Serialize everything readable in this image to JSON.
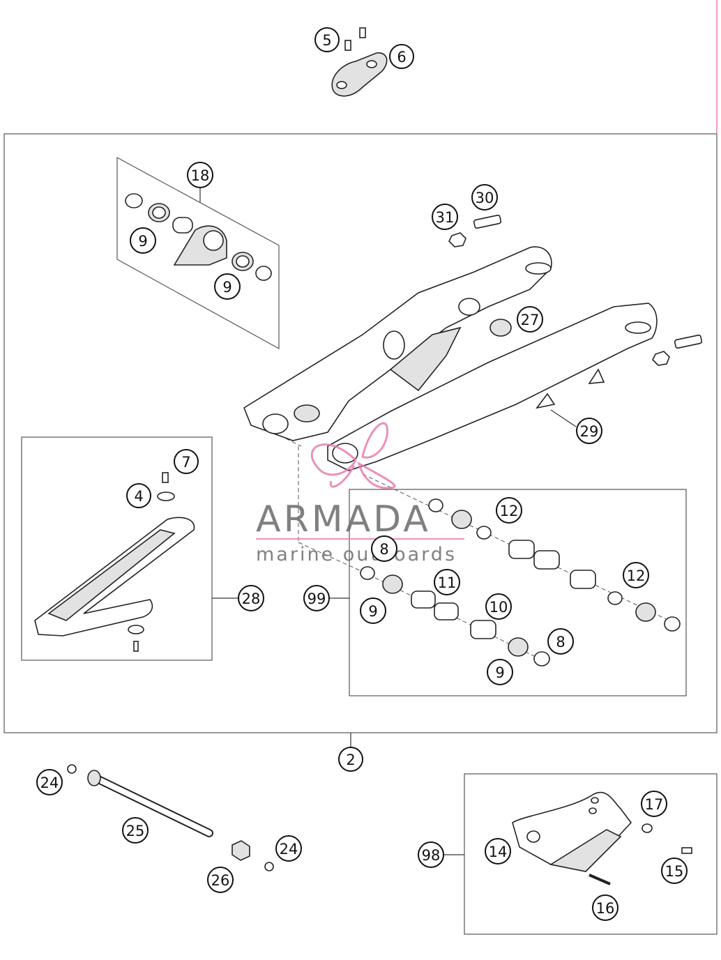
{
  "watermark": {
    "brand": "ARMADA",
    "tagline": "marine outboards",
    "accent_color": "#e87db0",
    "text_color": "#6b6b6b"
  },
  "callouts": [
    {
      "id": "c5",
      "label": "5"
    },
    {
      "id": "c6",
      "label": "6"
    },
    {
      "id": "c18",
      "label": "18"
    },
    {
      "id": "c9a",
      "label": "9"
    },
    {
      "id": "c9b",
      "label": "9"
    },
    {
      "id": "c30",
      "label": "30"
    },
    {
      "id": "c31",
      "label": "31"
    },
    {
      "id": "c27",
      "label": "27"
    },
    {
      "id": "c29",
      "label": "29"
    },
    {
      "id": "c7",
      "label": "7"
    },
    {
      "id": "c4",
      "label": "4"
    },
    {
      "id": "c28",
      "label": "28"
    },
    {
      "id": "c12a",
      "label": "12"
    },
    {
      "id": "c8a",
      "label": "8"
    },
    {
      "id": "c11",
      "label": "11"
    },
    {
      "id": "c12b",
      "label": "12"
    },
    {
      "id": "c99",
      "label": "99"
    },
    {
      "id": "c9c",
      "label": "9"
    },
    {
      "id": "c10",
      "label": "10"
    },
    {
      "id": "c8b",
      "label": "8"
    },
    {
      "id": "c9d",
      "label": "9"
    },
    {
      "id": "c2",
      "label": "2"
    },
    {
      "id": "c24a",
      "label": "24"
    },
    {
      "id": "c25",
      "label": "25"
    },
    {
      "id": "c24b",
      "label": "24"
    },
    {
      "id": "c26",
      "label": "26"
    },
    {
      "id": "c17",
      "label": "17"
    },
    {
      "id": "c98",
      "label": "98"
    },
    {
      "id": "c14",
      "label": "14"
    },
    {
      "id": "c15",
      "label": "15"
    },
    {
      "id": "c16",
      "label": "16"
    }
  ]
}
